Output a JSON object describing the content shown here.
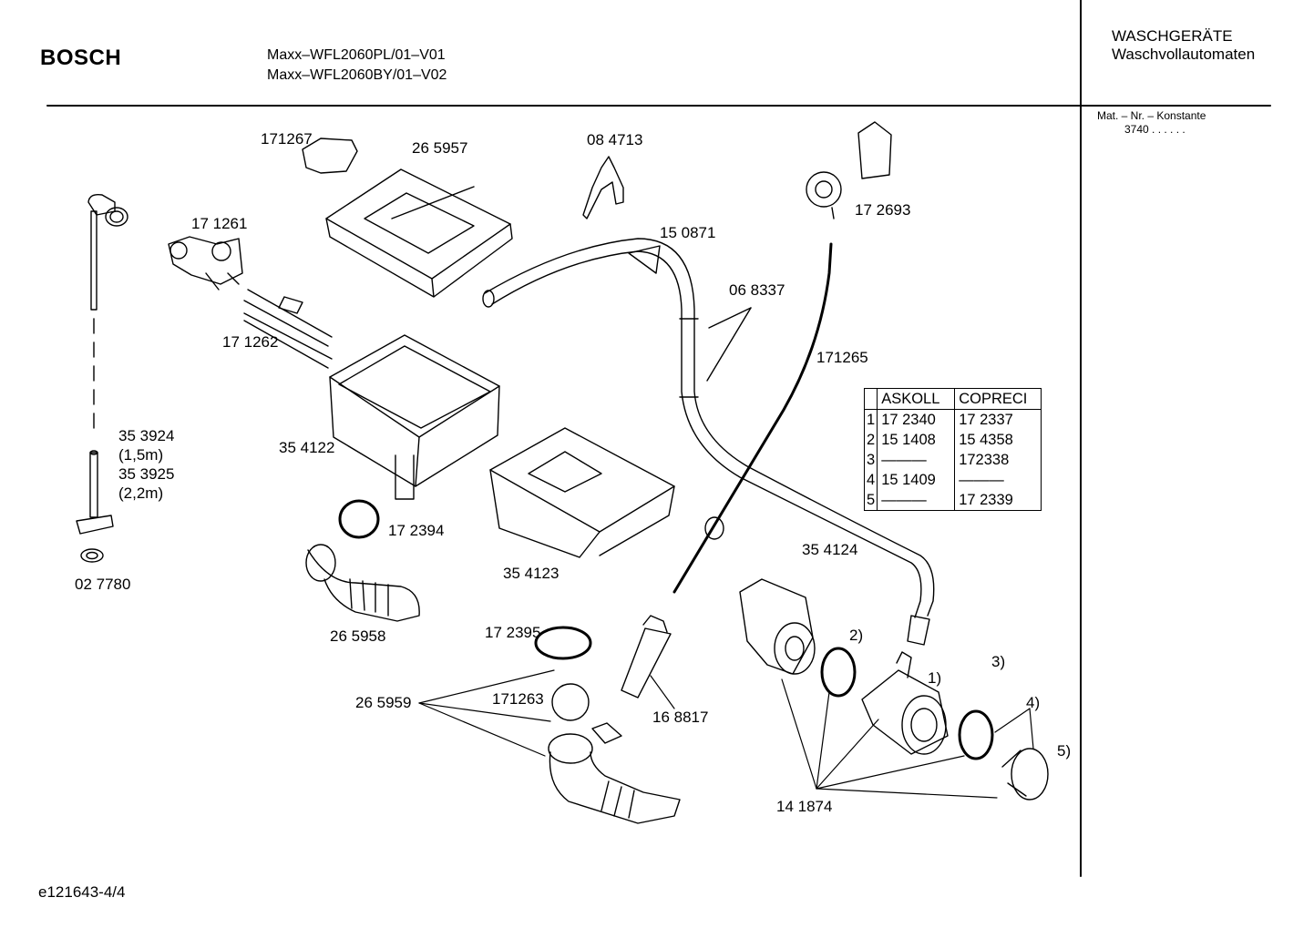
{
  "header": {
    "brand": "BOSCH",
    "models": [
      "Maxx–WFL2060PL/01–V01",
      "Maxx–WFL2060BY/01–V02"
    ],
    "category": "WASCHGERÄTE",
    "subcategory": "Waschvollautomaten",
    "mat_label": "Mat. – Nr. – Konstante",
    "mat_value": "3740  .  .      .  .  .  ."
  },
  "footer": {
    "doc_id": "e121643-4/4"
  },
  "parts": {
    "p171267": "171267",
    "p265957": "26 5957",
    "p084713": "08 4713",
    "p172693": "17 2693",
    "p171261": "17 1261",
    "p150871": "15 0871",
    "p068337": "06 8337",
    "p171262": "17 1262",
    "p171265": "171265",
    "p353924": "35 3924",
    "l15m": "(1,5m)",
    "p353925": "35 3925",
    "l22m": "(2,2m)",
    "p354122": "35 4122",
    "p172394": "17 2394",
    "p027780": "02 7780",
    "p354123": "35 4123",
    "p354124": "35 4124",
    "p265958": "26 5958",
    "p172395": "17 2395",
    "p265959": "26 5959",
    "p171263": "171263",
    "p168817": "16 8817",
    "p141874": "14 1874",
    "c1": "1)",
    "c2": "2)",
    "c3": "3)",
    "c4": "4)",
    "c5": "5)"
  },
  "pump_table": {
    "headers": [
      "",
      "ASKOLL",
      "COPRECI"
    ],
    "rows": [
      [
        "1",
        "17 2340",
        "17 2337"
      ],
      [
        "2",
        "15 1408",
        "15 4358"
      ],
      [
        "3",
        "———",
        "172338"
      ],
      [
        "4",
        "15 1409",
        "———"
      ],
      [
        "5",
        "———",
        "17 2339"
      ]
    ]
  }
}
